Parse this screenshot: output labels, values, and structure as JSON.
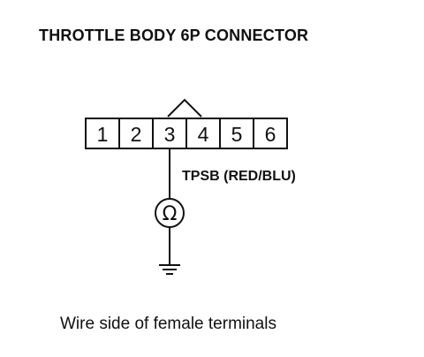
{
  "title": "THROTTLE BODY 6P CONNECTOR",
  "connector": {
    "pins": [
      "1",
      "2",
      "3",
      "4",
      "5",
      "6"
    ],
    "probed_pin": "3"
  },
  "wire_label": "TPSB (RED/BLU)",
  "meter_symbol": "Ω",
  "icons": {
    "meter": "ohmmeter-icon",
    "ground": "ground-icon",
    "locking_tab": "connector-tab-icon"
  },
  "caption": "Wire side of female terminals"
}
